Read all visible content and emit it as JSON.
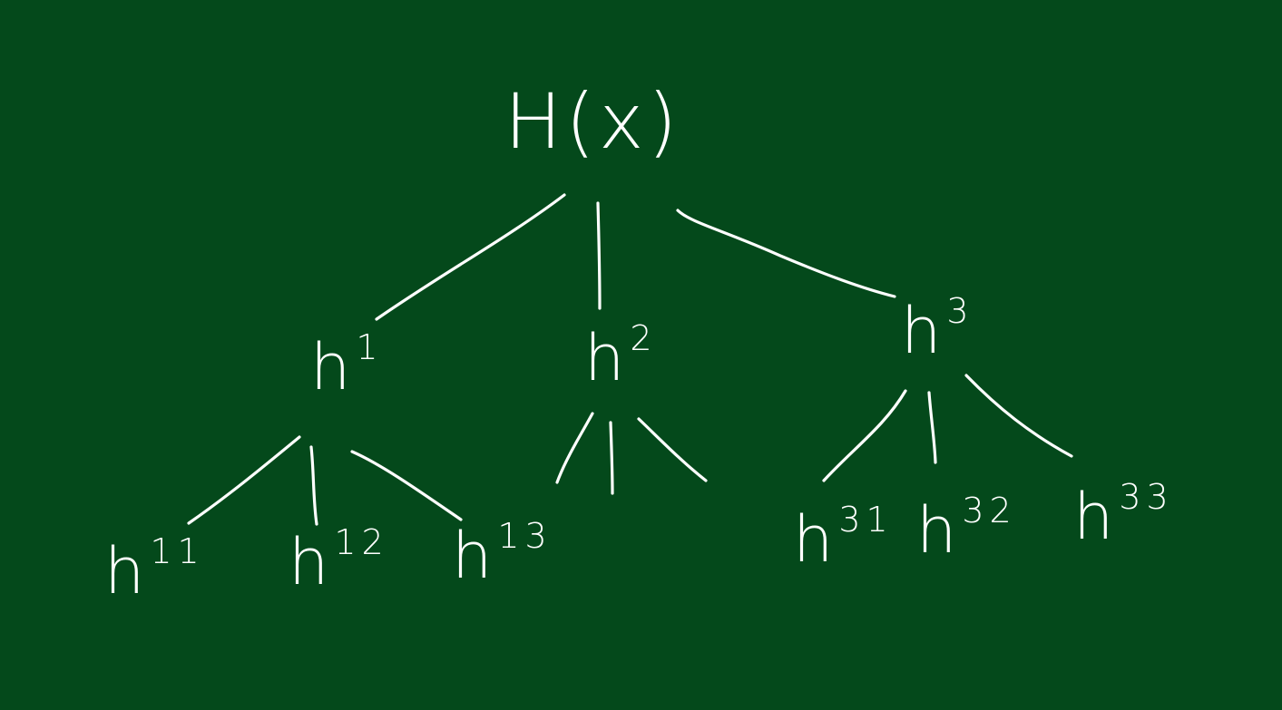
{
  "colors": {
    "board": "#04491b",
    "chalk": "#ffffff"
  },
  "root": {
    "label": "H(x)"
  },
  "nodes": {
    "h1": {
      "base": "h",
      "sup": "1"
    },
    "h2": {
      "base": "h",
      "sup": "2"
    },
    "h3": {
      "base": "h",
      "sup": "3"
    },
    "h11": {
      "base": "h",
      "sup": "11"
    },
    "h12": {
      "base": "h",
      "sup": "12"
    },
    "h13": {
      "base": "h",
      "sup": "13"
    },
    "h31": {
      "base": "h",
      "sup": "31"
    },
    "h32": {
      "base": "h",
      "sup": "32"
    },
    "h33": {
      "base": "h",
      "sup": "33"
    }
  },
  "edges": [
    {
      "from": "root",
      "to": "h1"
    },
    {
      "from": "root",
      "to": "h2"
    },
    {
      "from": "root",
      "to": "h3"
    },
    {
      "from": "h1",
      "to": "h11"
    },
    {
      "from": "h1",
      "to": "h12"
    },
    {
      "from": "h1",
      "to": "h13"
    },
    {
      "from": "h2",
      "to": null
    },
    {
      "from": "h2",
      "to": null
    },
    {
      "from": "h2",
      "to": null
    },
    {
      "from": "h3",
      "to": "h31"
    },
    {
      "from": "h3",
      "to": "h32"
    },
    {
      "from": "h3",
      "to": "h33"
    }
  ]
}
